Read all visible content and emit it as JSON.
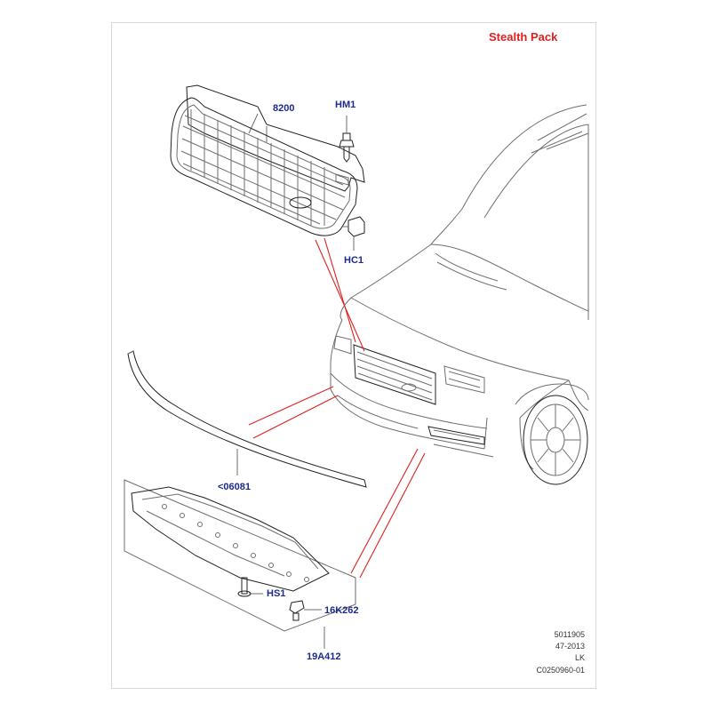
{
  "header": {
    "title": "Stealth Pack"
  },
  "callouts": {
    "grille": "8200",
    "hm1": "HM1",
    "hc1": "HC1",
    "trim_strip": "<06081",
    "hs1": "HS1",
    "k262": "16K262",
    "panel": "19A412"
  },
  "footer": {
    "line1": "5011905",
    "line2": "47-2013",
    "line3": "LK",
    "line4": "C0250960-01"
  },
  "colors": {
    "title": "#e01f1f",
    "callout": "#1c2a8c",
    "leader_red": "#e02020"
  }
}
